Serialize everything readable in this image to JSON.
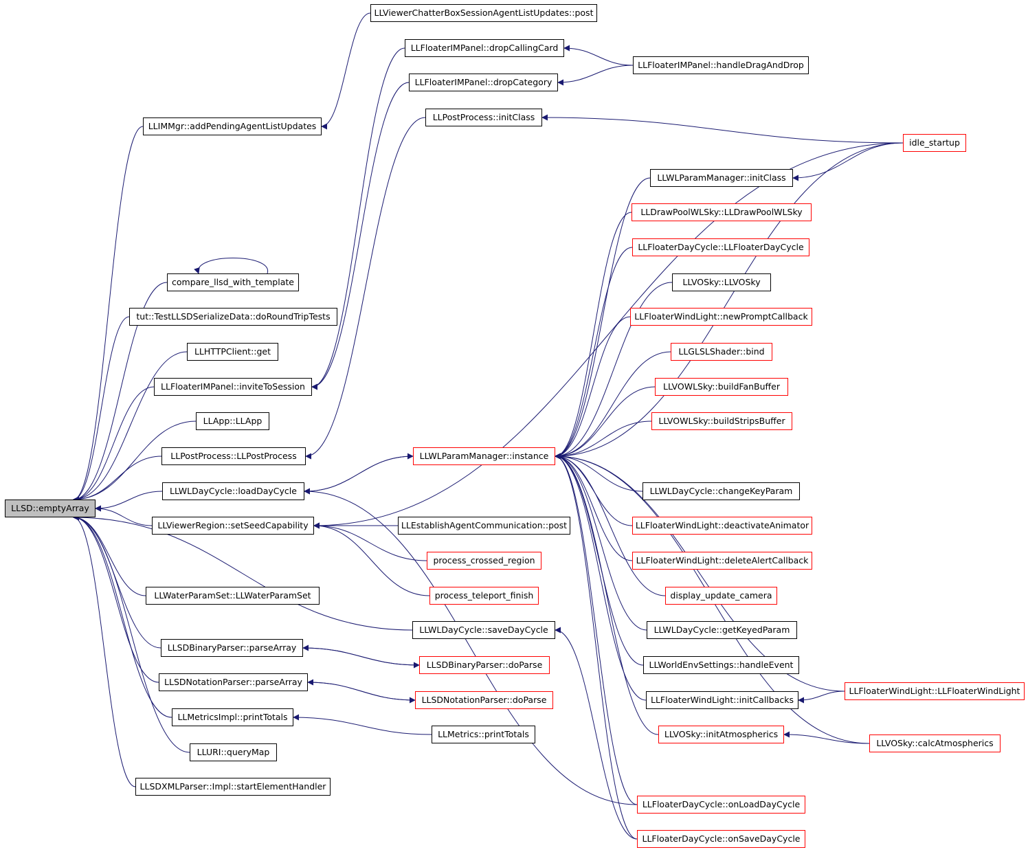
{
  "graph": {
    "edge_color": "#191970",
    "root": "n0",
    "nodes": [
      {
        "id": "n0",
        "label": "LLSD::emptyArray",
        "style": "focus"
      },
      {
        "id": "n1",
        "label": "LLViewerChatterBoxSessionAgentListUpdates::post",
        "style": "black"
      },
      {
        "id": "n2",
        "label": "LLIMMgr::addPendingAgentListUpdates",
        "style": "black"
      },
      {
        "id": "n3",
        "label": "LLFloaterIMPanel::dropCallingCard",
        "style": "black"
      },
      {
        "id": "n4",
        "label": "LLFloaterIMPanel::handleDragAndDrop",
        "style": "black"
      },
      {
        "id": "n5",
        "label": "LLFloaterIMPanel::dropCategory",
        "style": "black"
      },
      {
        "id": "n6",
        "label": "LLPostProcess::initClass",
        "style": "black"
      },
      {
        "id": "n7",
        "label": "idle_startup",
        "style": "red"
      },
      {
        "id": "n8",
        "label": "LLWLParamManager::initClass",
        "style": "black"
      },
      {
        "id": "n9",
        "label": "LLDrawPoolWLSky::LLDrawPoolWLSky",
        "style": "red"
      },
      {
        "id": "n10",
        "label": "LLFloaterDayCycle::LLFloaterDayCycle",
        "style": "red"
      },
      {
        "id": "n11",
        "label": "compare_llsd_with_template",
        "style": "black"
      },
      {
        "id": "n12",
        "label": "LLVOSky::LLVOSky",
        "style": "black"
      },
      {
        "id": "n13",
        "label": "tut::TestLLSDSerializeData::doRoundTripTests",
        "style": "black"
      },
      {
        "id": "n14",
        "label": "LLFloaterWindLight::newPromptCallback",
        "style": "red"
      },
      {
        "id": "n15",
        "label": "LLHTTPClient::get",
        "style": "black"
      },
      {
        "id": "n16",
        "label": "LLGLSLShader::bind",
        "style": "red"
      },
      {
        "id": "n17",
        "label": "LLFloaterIMPanel::inviteToSession",
        "style": "black"
      },
      {
        "id": "n18",
        "label": "LLVOWLSky::buildFanBuffer",
        "style": "red"
      },
      {
        "id": "n19",
        "label": "LLApp::LLApp",
        "style": "black"
      },
      {
        "id": "n20",
        "label": "LLVOWLSky::buildStripsBuffer",
        "style": "red"
      },
      {
        "id": "n21",
        "label": "LLPostProcess::LLPostProcess",
        "style": "black"
      },
      {
        "id": "n22",
        "label": "LLWLParamManager::instance",
        "style": "red"
      },
      {
        "id": "n23",
        "label": "LLWLDayCycle::loadDayCycle",
        "style": "black"
      },
      {
        "id": "n24",
        "label": "LLWLDayCycle::changeKeyParam",
        "style": "black"
      },
      {
        "id": "n25",
        "label": "LLViewerRegion::setSeedCapability",
        "style": "black"
      },
      {
        "id": "n26",
        "label": "LLEstablishAgentCommunication::post",
        "style": "black"
      },
      {
        "id": "n27",
        "label": "LLFloaterWindLight::deactivateAnimator",
        "style": "red"
      },
      {
        "id": "n28",
        "label": "process_crossed_region",
        "style": "red"
      },
      {
        "id": "n29",
        "label": "LLFloaterWindLight::deleteAlertCallback",
        "style": "red"
      },
      {
        "id": "n30",
        "label": "LLWaterParamSet::LLWaterParamSet",
        "style": "black"
      },
      {
        "id": "n31",
        "label": "process_teleport_finish",
        "style": "red"
      },
      {
        "id": "n32",
        "label": "display_update_camera",
        "style": "red"
      },
      {
        "id": "n33",
        "label": "LLWLDayCycle::saveDayCycle",
        "style": "black"
      },
      {
        "id": "n34",
        "label": "LLWLDayCycle::getKeyedParam",
        "style": "black"
      },
      {
        "id": "n35",
        "label": "LLSDBinaryParser::parseArray",
        "style": "black"
      },
      {
        "id": "n36",
        "label": "LLSDBinaryParser::doParse",
        "style": "red"
      },
      {
        "id": "n37",
        "label": "LLWorldEnvSettings::handleEvent",
        "style": "black"
      },
      {
        "id": "n38",
        "label": "LLSDNotationParser::parseArray",
        "style": "black"
      },
      {
        "id": "n39",
        "label": "LLFloaterWindLight::LLFloaterWindLight",
        "style": "red"
      },
      {
        "id": "n40",
        "label": "LLSDNotationParser::doParse",
        "style": "red"
      },
      {
        "id": "n41",
        "label": "LLFloaterWindLight::initCallbacks",
        "style": "black"
      },
      {
        "id": "n42",
        "label": "LLMetricsImpl::printTotals",
        "style": "black"
      },
      {
        "id": "n43",
        "label": "LLMetrics::printTotals",
        "style": "black"
      },
      {
        "id": "n44",
        "label": "LLVOSky::initAtmospherics",
        "style": "red"
      },
      {
        "id": "n45",
        "label": "LLVOSky::calcAtmospherics",
        "style": "red"
      },
      {
        "id": "n46",
        "label": "LLURI::queryMap",
        "style": "black"
      },
      {
        "id": "n47",
        "label": "LLSDXMLParser::Impl::startElementHandler",
        "style": "black"
      },
      {
        "id": "n48",
        "label": "LLFloaterDayCycle::onLoadDayCycle",
        "style": "red"
      },
      {
        "id": "n49",
        "label": "LLFloaterDayCycle::onSaveDayCycle",
        "style": "red"
      }
    ],
    "edges": [
      [
        "n2",
        "n0"
      ],
      [
        "n11",
        "n0"
      ],
      [
        "n13",
        "n0"
      ],
      [
        "n15",
        "n0"
      ],
      [
        "n17",
        "n0"
      ],
      [
        "n19",
        "n0"
      ],
      [
        "n21",
        "n0"
      ],
      [
        "n23",
        "n0"
      ],
      [
        "n25",
        "n0"
      ],
      [
        "n30",
        "n0"
      ],
      [
        "n33",
        "n0"
      ],
      [
        "n35",
        "n0"
      ],
      [
        "n38",
        "n0"
      ],
      [
        "n42",
        "n0"
      ],
      [
        "n46",
        "n0"
      ],
      [
        "n47",
        "n0"
      ],
      [
        "n1",
        "n2"
      ],
      [
        "n11",
        "n11"
      ],
      [
        "n4",
        "n3"
      ],
      [
        "n4",
        "n5"
      ],
      [
        "n7",
        "n6"
      ],
      [
        "n7",
        "n8"
      ],
      [
        "n3",
        "n17"
      ],
      [
        "n5",
        "n17"
      ],
      [
        "n6",
        "n21"
      ],
      [
        "n7",
        "n22"
      ],
      [
        "n8",
        "n22"
      ],
      [
        "n9",
        "n22"
      ],
      [
        "n10",
        "n22"
      ],
      [
        "n12",
        "n22"
      ],
      [
        "n14",
        "n22"
      ],
      [
        "n16",
        "n22"
      ],
      [
        "n18",
        "n22"
      ],
      [
        "n20",
        "n22"
      ],
      [
        "n23",
        "n22"
      ],
      [
        "n24",
        "n22"
      ],
      [
        "n27",
        "n22"
      ],
      [
        "n29",
        "n22"
      ],
      [
        "n32",
        "n22"
      ],
      [
        "n34",
        "n22"
      ],
      [
        "n37",
        "n22"
      ],
      [
        "n39",
        "n22"
      ],
      [
        "n41",
        "n22"
      ],
      [
        "n44",
        "n22"
      ],
      [
        "n45",
        "n22"
      ],
      [
        "n48",
        "n22"
      ],
      [
        "n49",
        "n22"
      ],
      [
        "n22",
        "n23"
      ],
      [
        "n48",
        "n23"
      ],
      [
        "n26",
        "n25"
      ],
      [
        "n28",
        "n25"
      ],
      [
        "n31",
        "n25"
      ],
      [
        "n7",
        "n25"
      ],
      [
        "n49",
        "n33"
      ],
      [
        "n36",
        "n35"
      ],
      [
        "n35",
        "n36"
      ],
      [
        "n40",
        "n38"
      ],
      [
        "n38",
        "n40"
      ],
      [
        "n43",
        "n42"
      ],
      [
        "n39",
        "n41"
      ],
      [
        "n45",
        "n44"
      ]
    ]
  }
}
